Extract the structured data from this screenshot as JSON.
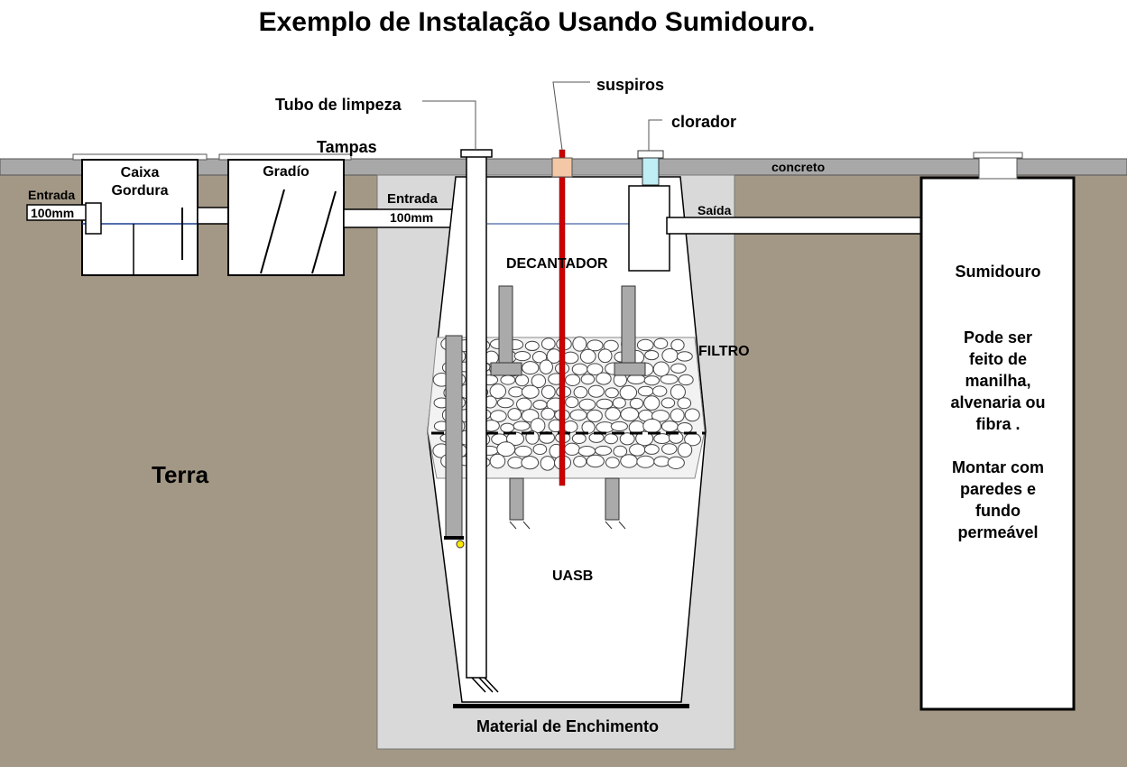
{
  "title": "Exemplo de Instalação Usando Sumidouro.",
  "labels": {
    "tubo_limpeza": "Tubo de limpeza",
    "suspiros": "suspiros",
    "clorador": "clorador",
    "tampas": "Tampas",
    "concreto": "concreto",
    "caixa_gordura_1": "Caixa",
    "caixa_gordura_2": "Gordura",
    "gradio": "Gradío",
    "entrada_left": "Entrada",
    "entrada_left_size": "100mm",
    "entrada_mid": "Entrada",
    "entrada_mid_size": "100mm",
    "saida": "Saída",
    "decantador": "DECANTADOR",
    "filtro": "FILTRO",
    "uasb": "UASB",
    "material": "Material de Enchimento",
    "terra": "Terra",
    "sumidouro": "Sumidouro"
  },
  "sumidouro_notes": [
    "Pode ser",
    "feito de",
    "manilha,",
    "alvenaria ou",
    "fibra .",
    "",
    "Montar com",
    "paredes e",
    "fundo",
    "permeável"
  ],
  "colors": {
    "soil": "#a39886",
    "concrete": "#a8a8a8",
    "backfill": "#d9d9d9",
    "vent_pipe": "#cc0000",
    "vent_cap": "#f4c7a6",
    "chlorinator": "#bfeef5",
    "water_line": "#1b3d8f"
  },
  "icons": {
    "stones": "gravel-filter",
    "pipes": "pvc-pipe"
  }
}
